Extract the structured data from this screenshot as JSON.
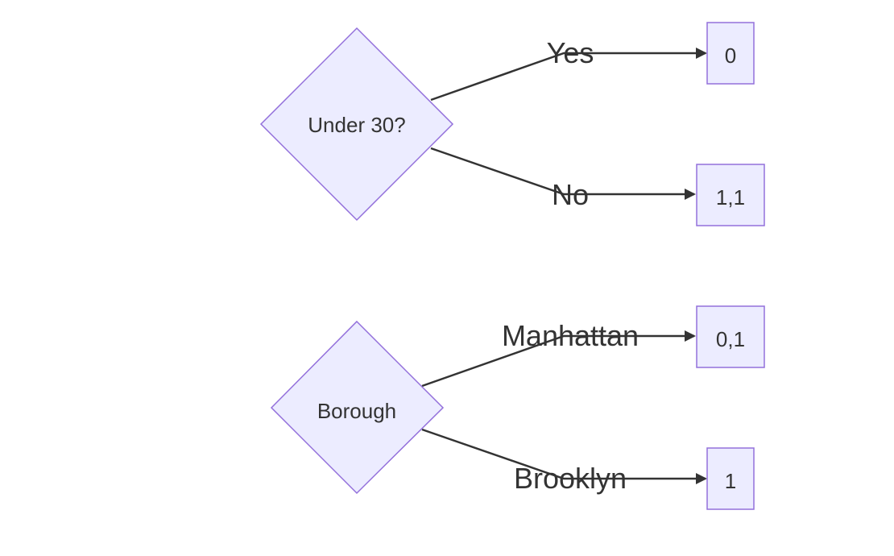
{
  "diagrams": [
    {
      "decision": "Under 30?",
      "branches": [
        {
          "label": "Yes",
          "result": "0"
        },
        {
          "label": "No",
          "result": "1,1"
        }
      ]
    },
    {
      "decision": "Borough",
      "branches": [
        {
          "label": "Manhattan",
          "result": "0,1"
        },
        {
          "label": "Brooklyn",
          "result": "1"
        }
      ]
    }
  ],
  "colors": {
    "node_fill": "#ececff",
    "node_stroke": "#9370db",
    "edge": "#333333",
    "text": "#333333"
  }
}
